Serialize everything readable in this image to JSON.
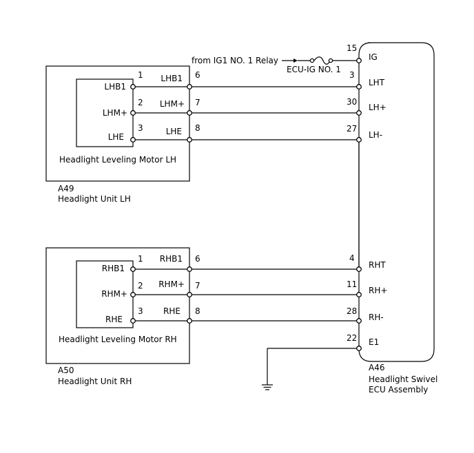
{
  "relay_feed": {
    "source_label": "from IG1 NO. 1 Relay",
    "fuse_label": "ECU-IG NO. 1"
  },
  "lh_unit": {
    "motor_name": "Headlight Leveling Motor LH",
    "connector_id": "A49",
    "unit_name": "Headlight Unit LH",
    "pins": [
      {
        "motor_label": "LHB1",
        "motor_pin": "1",
        "unit_label": "LHB1",
        "unit_pin": "6"
      },
      {
        "motor_label": "LHM+",
        "motor_pin": "2",
        "unit_label": "LHM+",
        "unit_pin": "7"
      },
      {
        "motor_label": "LHE",
        "motor_pin": "3",
        "unit_label": "LHE",
        "unit_pin": "8"
      }
    ]
  },
  "rh_unit": {
    "motor_name": "Headlight Leveling Motor RH",
    "connector_id": "A50",
    "unit_name": "Headlight Unit RH",
    "pins": [
      {
        "motor_label": "RHB1",
        "motor_pin": "1",
        "unit_label": "RHB1",
        "unit_pin": "6"
      },
      {
        "motor_label": "RHM+",
        "motor_pin": "2",
        "unit_label": "RHM+",
        "unit_pin": "7"
      },
      {
        "motor_label": "RHE",
        "motor_pin": "3",
        "unit_label": "RHE",
        "unit_pin": "8"
      }
    ]
  },
  "ecu": {
    "connector_id": "A46",
    "name_line1": "Headlight Swivel",
    "name_line2": "ECU Assembly",
    "terminals": [
      {
        "pin": "15",
        "label": "IG"
      },
      {
        "pin": "3",
        "label": "LHT"
      },
      {
        "pin": "30",
        "label": "LH+"
      },
      {
        "pin": "27",
        "label": "LH-"
      },
      {
        "pin": "4",
        "label": "RHT"
      },
      {
        "pin": "11",
        "label": "RH+"
      },
      {
        "pin": "28",
        "label": "RH-"
      },
      {
        "pin": "22",
        "label": "E1"
      }
    ]
  }
}
